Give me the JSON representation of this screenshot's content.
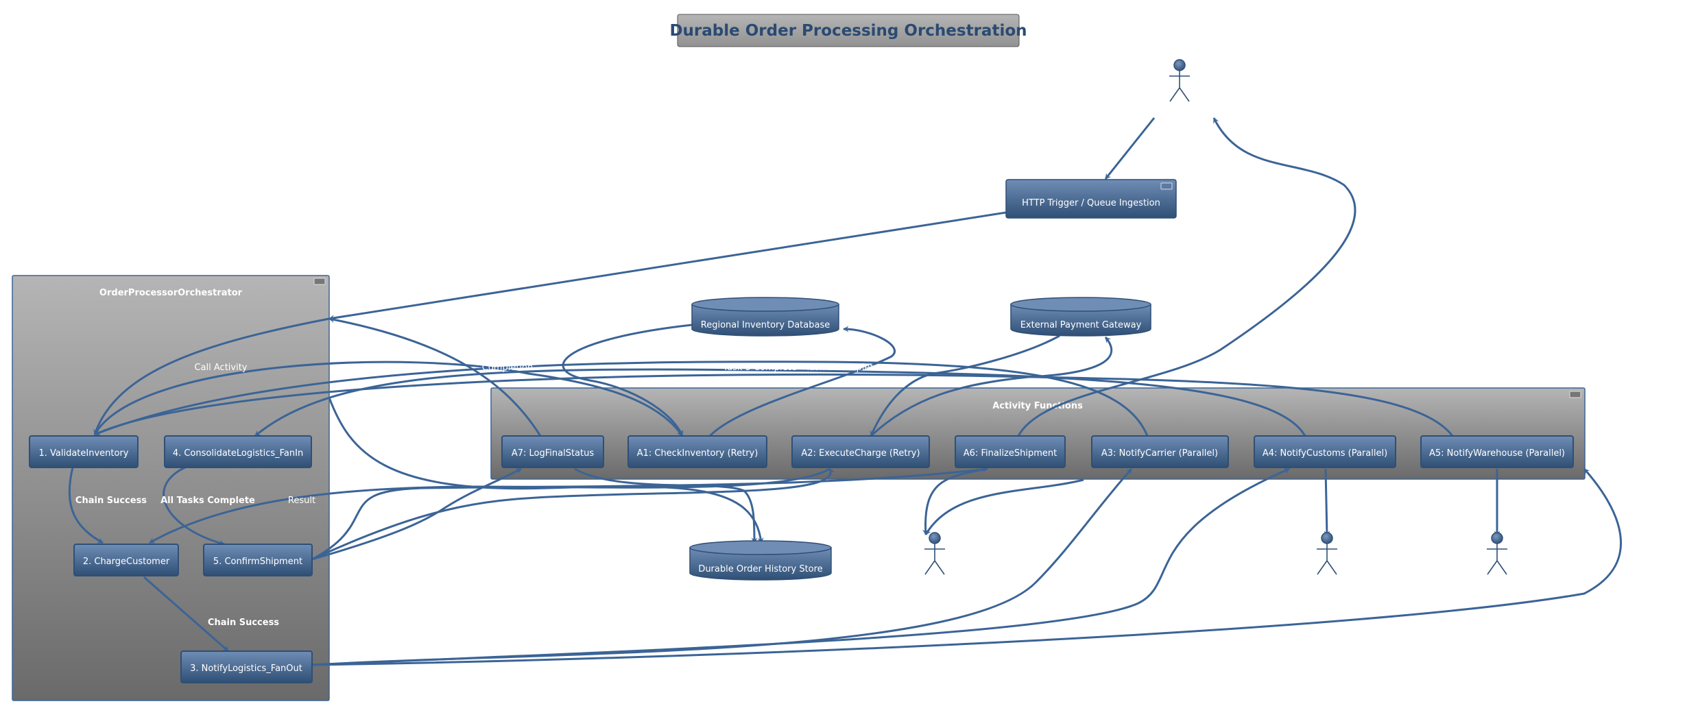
{
  "title": "Durable Order Processing Orchestration",
  "colors": {
    "edge": "#3b6496",
    "node_top": "#6f8db5",
    "node_bottom": "#2f4f75",
    "group_top": "#b5b5b5",
    "group_bottom": "#6a6a6a",
    "title_text": "#2a4a72"
  },
  "trigger": {
    "label": "HTTP Trigger / Queue Ingestion"
  },
  "orchestrator": {
    "title": "OrderProcessorOrchestrator",
    "steps": [
      "1. ValidateInventory",
      "4. ConsolidateLogistics_FanIn",
      "2. ChargeCustomer",
      "5. ConfirmShipment",
      "3. NotifyLogistics_FanOut"
    ]
  },
  "activities": {
    "title": "Activity Functions",
    "items": [
      "A7: LogFinalStatus",
      "A1: CheckInventory (Retry)",
      "A2: ExecuteCharge (Retry)",
      "A6: FinalizeShipment",
      "A3: NotifyCarrier (Parallel)",
      "A4: NotifyCustoms (Parallel)",
      "A5: NotifyWarehouse (Parallel)"
    ]
  },
  "databases": {
    "inventory": "Regional Inventory Database",
    "payment": "External Payment Gateway",
    "history": "Durable Order History Store"
  },
  "edge_labels": {
    "call_activity": "Call Activity",
    "completion": "Completion",
    "task3": "Task 3 Complete",
    "task2": "Task 2 Complete",
    "chain_success_1": "Chain Success",
    "all_tasks_complete": "All Tasks Complete",
    "result": "Result",
    "chain_success_2": "Chain Success"
  }
}
